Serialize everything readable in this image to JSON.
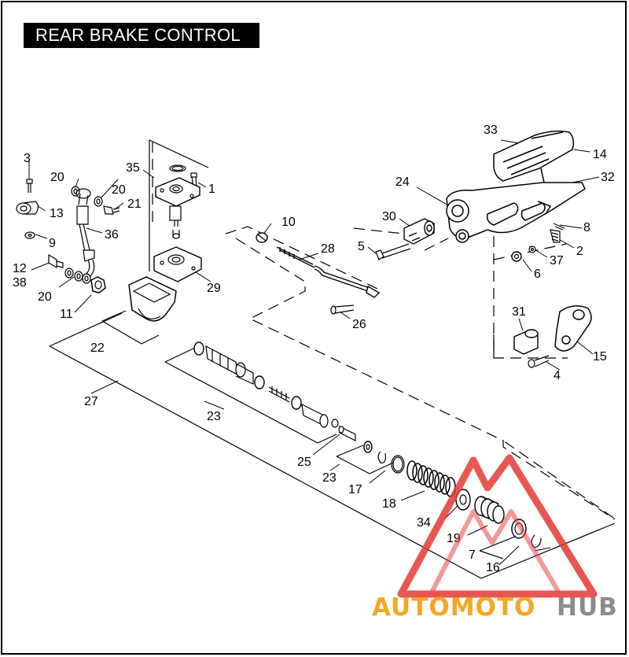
{
  "title": "REAR BRAKE CONTROL",
  "watermark": {
    "part1": "AUTOMOTO",
    "part2": "HUB",
    "color_orange": "#f5a623",
    "color_gray": "#8c8c8c",
    "color_red": "#e53935"
  },
  "callouts": {
    "c1": "1",
    "c2": "2",
    "c3": "3",
    "c4": "4",
    "c5": "5",
    "c6": "6",
    "c7": "7",
    "c8": "8",
    "c9": "9",
    "c10": "10",
    "c11": "11",
    "c12": "12",
    "c13": "13",
    "c14": "14",
    "c15": "15",
    "c16": "16",
    "c17": "17",
    "c18": "18",
    "c19": "19",
    "c20a": "20",
    "c20b": "20",
    "c20c": "20",
    "c21": "21",
    "c22": "22",
    "c23a": "23",
    "c23b": "23",
    "c24": "24",
    "c25": "25",
    "c26": "26",
    "c27": "27",
    "c28": "28",
    "c29": "29",
    "c30": "30",
    "c31": "31",
    "c32": "32",
    "c33": "33",
    "c34": "34",
    "c35": "35",
    "c36": "36",
    "c37": "37",
    "c38": "38"
  }
}
